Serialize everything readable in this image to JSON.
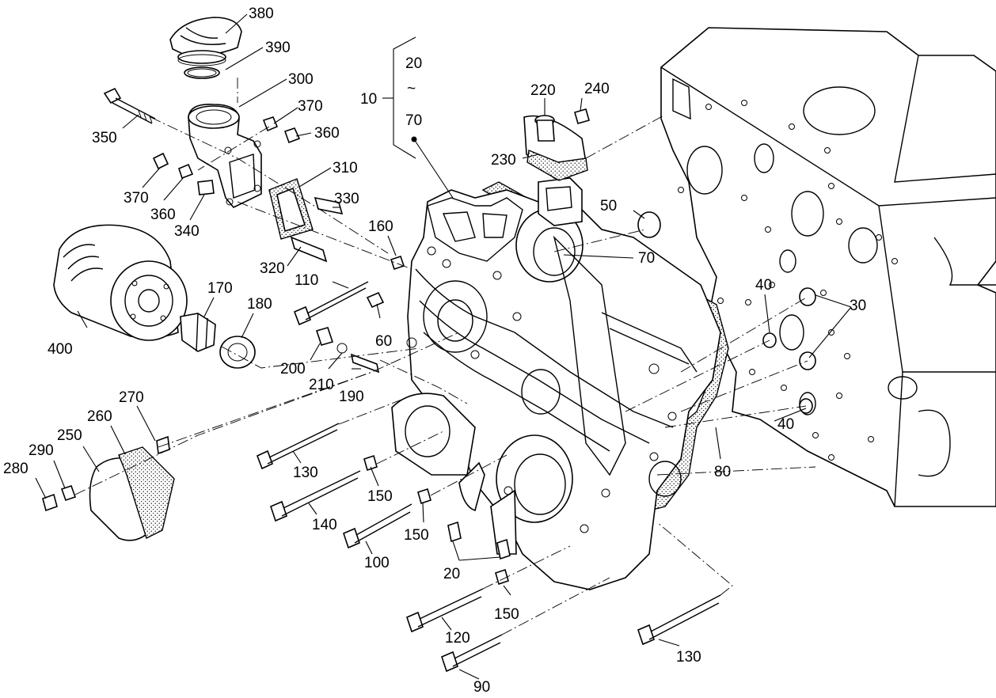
{
  "callouts": [
    {
      "id": "c380",
      "text": "380"
    },
    {
      "id": "c390",
      "text": "390"
    },
    {
      "id": "c300",
      "text": "300"
    },
    {
      "id": "c370a",
      "text": "370"
    },
    {
      "id": "c350",
      "text": "350"
    },
    {
      "id": "c360a",
      "text": "360"
    },
    {
      "id": "c310",
      "text": "310"
    },
    {
      "id": "c370b",
      "text": "370"
    },
    {
      "id": "c360b",
      "text": "360"
    },
    {
      "id": "c340",
      "text": "340"
    },
    {
      "id": "c330",
      "text": "330"
    },
    {
      "id": "c320",
      "text": "320"
    },
    {
      "id": "c10",
      "text": "10"
    },
    {
      "id": "c20a",
      "text": "20"
    },
    {
      "id": "c70a",
      "text": "70"
    },
    {
      "id": "c220",
      "text": "220"
    },
    {
      "id": "c240",
      "text": "240"
    },
    {
      "id": "c230",
      "text": "230"
    },
    {
      "id": "c50",
      "text": "50"
    },
    {
      "id": "c70b",
      "text": "70"
    },
    {
      "id": "c160",
      "text": "160"
    },
    {
      "id": "c170",
      "text": "170"
    },
    {
      "id": "c180",
      "text": "180"
    },
    {
      "id": "c110",
      "text": "110"
    },
    {
      "id": "c60",
      "text": "60"
    },
    {
      "id": "c400",
      "text": "400"
    },
    {
      "id": "c200",
      "text": "200"
    },
    {
      "id": "c210",
      "text": "210"
    },
    {
      "id": "c190",
      "text": "190"
    },
    {
      "id": "c40a",
      "text": "40"
    },
    {
      "id": "c30",
      "text": "30"
    },
    {
      "id": "c40b",
      "text": "40"
    },
    {
      "id": "c270",
      "text": "270"
    },
    {
      "id": "c260",
      "text": "260"
    },
    {
      "id": "c250",
      "text": "250"
    },
    {
      "id": "c290",
      "text": "290"
    },
    {
      "id": "c280",
      "text": "280"
    },
    {
      "id": "c80",
      "text": "80"
    },
    {
      "id": "c130a",
      "text": "130"
    },
    {
      "id": "c150a",
      "text": "150"
    },
    {
      "id": "c140",
      "text": "140"
    },
    {
      "id": "c150b",
      "text": "150"
    },
    {
      "id": "c100",
      "text": "100"
    },
    {
      "id": "c20b",
      "text": "20"
    },
    {
      "id": "c150c",
      "text": "150"
    },
    {
      "id": "c120",
      "text": "120"
    },
    {
      "id": "c130b",
      "text": "130"
    },
    {
      "id": "c90",
      "text": "90"
    }
  ],
  "range_separator": "~"
}
